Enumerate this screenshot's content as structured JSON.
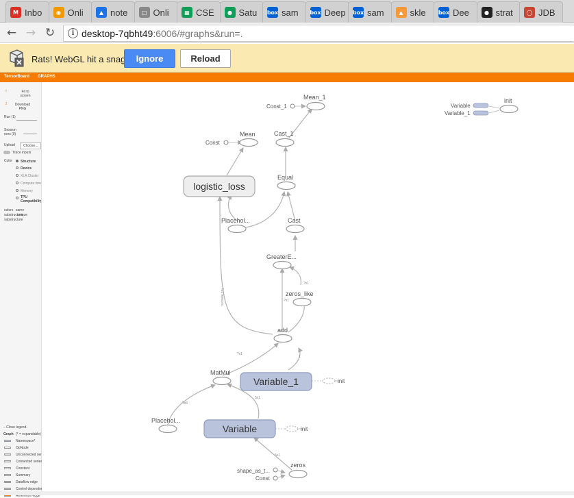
{
  "browser": {
    "tabs": [
      {
        "label": "Inbo",
        "icon": "gmail-icon",
        "color": "#d93025"
      },
      {
        "label": "Onli",
        "icon": "web-icon",
        "color": "#f29900"
      },
      {
        "label": "note",
        "icon": "drive-icon",
        "color": "#1a73e8"
      },
      {
        "label": "Onli",
        "icon": "document-icon",
        "color": "#888888"
      },
      {
        "label": "CSE",
        "icon": "sheets-icon",
        "color": "#0f9d58"
      },
      {
        "label": "Satu",
        "icon": "app-icon",
        "color": "#0f9d58"
      },
      {
        "label": "sam",
        "icon": "box-icon",
        "color": "#0061d5"
      },
      {
        "label": "Deep",
        "icon": "box-icon",
        "color": "#0061d5"
      },
      {
        "label": "sam",
        "icon": "box-icon",
        "color": "#0061d5"
      },
      {
        "label": "skle",
        "icon": "sklearn-icon",
        "color": "#f89939"
      },
      {
        "label": "Dee",
        "icon": "box-icon",
        "color": "#0061d5"
      },
      {
        "label": "strat",
        "icon": "github-icon",
        "color": "#222222"
      },
      {
        "label": "JDB",
        "icon": "oracle-icon",
        "color": "#c74634"
      }
    ],
    "url_host": "desktop-7qbht49",
    "url_rest": ":6006/#graphs&run=."
  },
  "infobar": {
    "message": "Rats! WebGL hit a snag.",
    "ignore_label": "Ignore",
    "reload_label": "Reload"
  },
  "header": {
    "brand": "TensorBoard",
    "tab": "GRAPHS",
    "accent": "#f57c00"
  },
  "sidebar": {
    "fit": "Fit to screen",
    "download": "Download PNG",
    "run_label": "Run (1)",
    "session_label": "Session runs (0)",
    "upload_label": "Upload",
    "choose_label": "Choose...",
    "trace_label": "Trace inputs",
    "color_label": "Color",
    "color_options": [
      "Structure",
      "Device",
      "XLA Cluster",
      "Compute time",
      "Memory",
      "TPU Compatibility"
    ],
    "colors_note_1": "colors",
    "colors_note_2": "same",
    "colors_note_3": "substructure",
    "colors_note_4": "unique",
    "colors_note_5": "substructure",
    "legend_close": "Close legend.",
    "legend_graph": "Graph",
    "legend_expand": "(* = expandable)",
    "legend_items": [
      "Namespace*",
      "OpNode",
      "Unconnected series*",
      "Connected series*",
      "Constant",
      "Summary",
      "Dataflow edge",
      "Control dependency edge",
      "Reference edge"
    ]
  },
  "graph": {
    "nodes": {
      "mean1": "Mean_1",
      "const1": "Const_1",
      "cast1": "Cast_1",
      "mean": "Mean",
      "const_a": "Const",
      "logistic": "logistic_loss",
      "equal": "Equal",
      "placeholder1": "Placehol...",
      "cast": "Cast",
      "greater": "GreaterE...",
      "zeros_like": "zeros_like",
      "add": "add",
      "matmul": "MatMul",
      "variable1": "Variable_1",
      "placeholder2": "Placehol...",
      "variable": "Variable",
      "zeros": "zeros",
      "shape": "shape_as_t...",
      "const_b": "Const",
      "init_v1": "init",
      "init_v": "init",
      "init_top": "init",
      "var_top": "Variable",
      "var1_top": "Variable_1"
    },
    "edge_labels": {
      "add_to_logistic": "?x1 tensors",
      "add_to_greater": "?x1",
      "zeros_like_edge": "?x1",
      "matmul_to_add": "?x1",
      "var1_to_add": "1",
      "place2_to_matmul": "?x5",
      "var_to_matmul": "5x1",
      "zeros_to_var": "5x1"
    },
    "node_color": "#b9c3dc",
    "meta_color": "#eeeeee"
  }
}
